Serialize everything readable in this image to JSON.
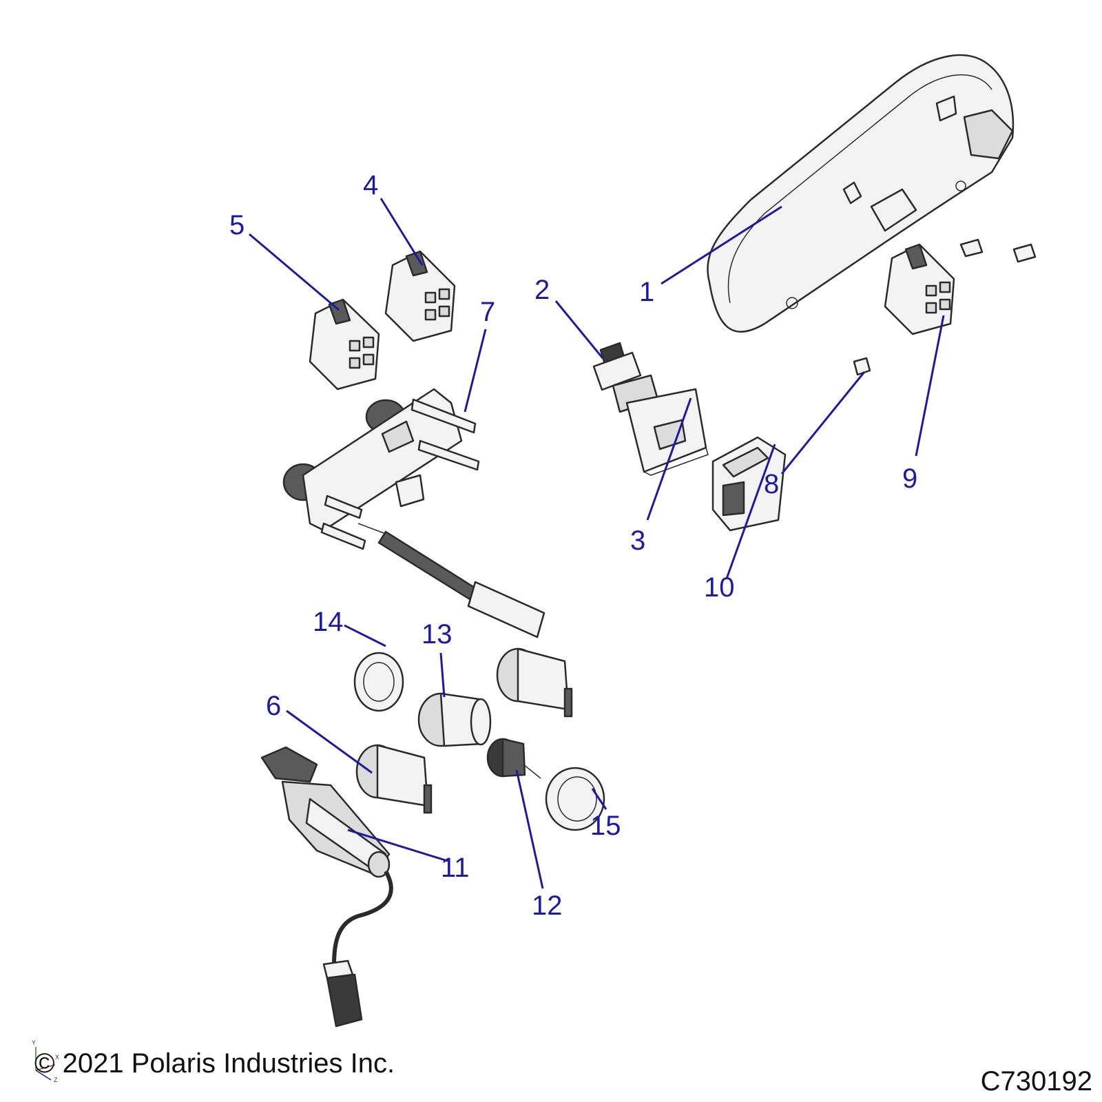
{
  "callouts": [
    "1",
    "2",
    "3",
    "4",
    "5",
    "6",
    "7",
    "8",
    "9",
    "10",
    "11",
    "12",
    "13",
    "14",
    "15"
  ],
  "copyright": "© 2021 Polaris Industries Inc.",
  "diagram_id": "C730192",
  "axis_labels": {
    "y": "Y",
    "x": "X",
    "z": "Z"
  },
  "colors": {
    "callout": "#1a1aa6",
    "line": "#2a2a2a",
    "part_fill": "#f3f3f3"
  }
}
